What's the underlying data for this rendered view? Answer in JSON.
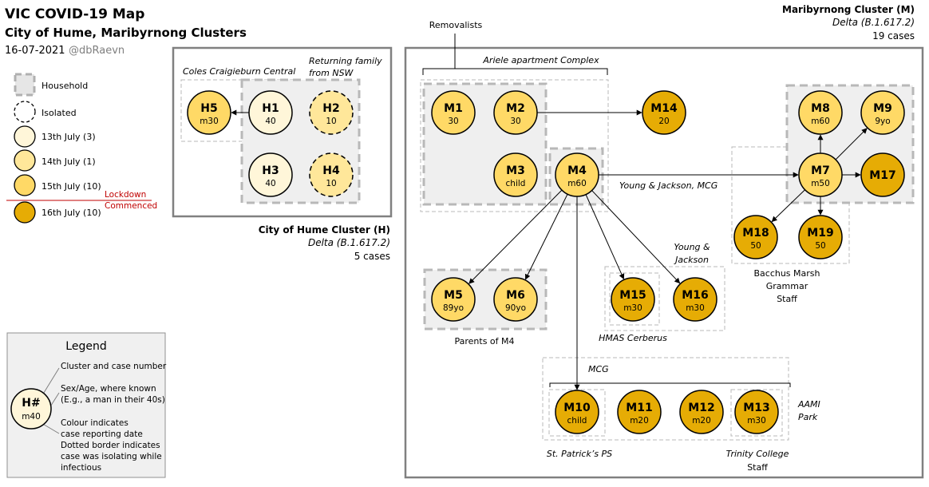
{
  "header": {
    "title": "VIC COVID-19 Map",
    "subtitle": "City of Hume, Maribyrnong Clusters",
    "date": "16-07-2021",
    "handle": "@dbRaevn"
  },
  "key": {
    "household": "Household",
    "isolated": "Isolated",
    "d13": "13th July (3)",
    "d14": "14th July (1)",
    "d15": "15th July (10)",
    "d16": "16th July (10)",
    "lockdown_l1": "Lockdown",
    "lockdown_l2": "Commenced"
  },
  "colors": {
    "d13": "#fff6d9",
    "d14": "#ffe79a",
    "d15": "#ffd966",
    "d16": "#e6ac05",
    "lockdown": "#c00000",
    "household_fill": "#efefef",
    "frame": "#808080"
  },
  "hume": {
    "cluster_name": "City of Hume Cluster (H)",
    "variant": "Delta (B.1.617.2)",
    "cases": "5 cases",
    "coles_label": "Coles Craigieburn Central",
    "returning_l1": "Returning family",
    "returning_l2": "from NSW"
  },
  "maribyrnong": {
    "cluster_name": "Maribyrnong Cluster (M)",
    "variant": "Delta (B.1.617.2)",
    "cases": "19 cases",
    "removalists": "Removalists",
    "ariele": "Ariele apartment Complex",
    "young_jackson_mcg": "Young & Jackson, MCG",
    "young_jackson_l1": "Young &",
    "young_jackson_l2": "Jackson",
    "parents": "Parents of M4",
    "hmas": "HMAS Cerberus",
    "bacchus_l1": "Bacchus Marsh",
    "bacchus_l2": "Grammar",
    "bacchus_l3": "Staff",
    "mcg": "MCG",
    "aami_l1": "AAMI",
    "aami_l2": "Park",
    "st_patricks": "St. Patrick’s PS",
    "trinity_l1": "Trinity College",
    "trinity_l2": "Staff"
  },
  "legend": {
    "title": "Legend",
    "node_id": "H#",
    "node_sub": "m40",
    "ann1": "Cluster and case number",
    "ann2_l1": "Sex/Age, where known",
    "ann2_l2": "(E.g., a man in their 40s)",
    "ann3_l1": "Colour indicates",
    "ann3_l2": "case reporting date",
    "ann3_l3": "Dotted border indicates",
    "ann3_l4": "case was isolating while",
    "ann3_l5": "infectious"
  },
  "cases": [
    {
      "id": "H1",
      "sub": "40",
      "date": "d13",
      "isolated": false
    },
    {
      "id": "H2",
      "sub": "10",
      "date": "d14",
      "isolated": true
    },
    {
      "id": "H3",
      "sub": "40",
      "date": "d13",
      "isolated": false
    },
    {
      "id": "H4",
      "sub": "10",
      "date": "d14",
      "isolated": true
    },
    {
      "id": "H5",
      "sub": "m30",
      "date": "d15",
      "isolated": false
    },
    {
      "id": "M1",
      "sub": "30",
      "date": "d15",
      "isolated": false
    },
    {
      "id": "M2",
      "sub": "30",
      "date": "d15",
      "isolated": false
    },
    {
      "id": "M3",
      "sub": "child",
      "date": "d15",
      "isolated": false
    },
    {
      "id": "M4",
      "sub": "m60",
      "date": "d15",
      "isolated": false
    },
    {
      "id": "M5",
      "sub": "89yo",
      "date": "d15",
      "isolated": false
    },
    {
      "id": "M6",
      "sub": "90yo",
      "date": "d15",
      "isolated": false
    },
    {
      "id": "M7",
      "sub": "m50",
      "date": "d15",
      "isolated": false
    },
    {
      "id": "M8",
      "sub": "m60",
      "date": "d15",
      "isolated": false
    },
    {
      "id": "M9",
      "sub": "9yo",
      "date": "d15",
      "isolated": false
    },
    {
      "id": "M10",
      "sub": "child",
      "date": "d16",
      "isolated": false
    },
    {
      "id": "M11",
      "sub": "m20",
      "date": "d16",
      "isolated": false
    },
    {
      "id": "M12",
      "sub": "m20",
      "date": "d16",
      "isolated": false
    },
    {
      "id": "M13",
      "sub": "m30",
      "date": "d16",
      "isolated": false
    },
    {
      "id": "M14",
      "sub": "20",
      "date": "d16",
      "isolated": false
    },
    {
      "id": "M15",
      "sub": "m30",
      "date": "d16",
      "isolated": false
    },
    {
      "id": "M16",
      "sub": "m30",
      "date": "d16",
      "isolated": false
    },
    {
      "id": "M17",
      "sub": "",
      "date": "d16",
      "isolated": false
    },
    {
      "id": "M18",
      "sub": "50",
      "date": "d16",
      "isolated": false
    },
    {
      "id": "M19",
      "sub": "50",
      "date": "d16",
      "isolated": false
    }
  ],
  "links": [
    [
      "H1",
      "H5"
    ],
    [
      "M2",
      "M14"
    ],
    [
      "M4",
      "M7"
    ],
    [
      "M4",
      "M5"
    ],
    [
      "M4",
      "M6"
    ],
    [
      "M4",
      "M15"
    ],
    [
      "M4",
      "M16"
    ],
    [
      "M4",
      "M10"
    ],
    [
      "M7",
      "M8"
    ],
    [
      "M7",
      "M9"
    ],
    [
      "M7",
      "M17"
    ],
    [
      "M7",
      "M18"
    ],
    [
      "M7",
      "M19"
    ]
  ]
}
